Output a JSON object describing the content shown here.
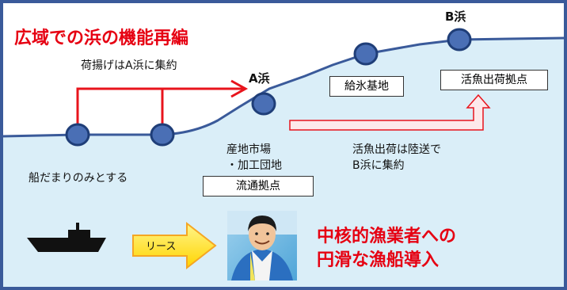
{
  "title": "広域での浜の機能再編",
  "labels": {
    "landing": "荷揚げはA浜に集約",
    "a_hama": "A浜",
    "b_hama": "B浜",
    "kyuhyo": "給氷基地",
    "katsugyo_hub": "活魚出荷拠点",
    "sanchi_line1": "産地市場",
    "sanchi_line2": "・加工団地",
    "ryutsu": "流通拠点",
    "katsugyo_transport_line1": "活魚出荷は陸送で",
    "katsugyo_transport_line2": "B浜に集約",
    "funadamari": "船だまりのみとする",
    "lease": "リース",
    "core_line1": "中核的漁業者への",
    "core_line2": "円滑な漁船導入"
  },
  "colors": {
    "title_red": "#e60012",
    "arrow_red": "#e8141c",
    "node_fill": "#4a6fb5",
    "sea": "#daeef8",
    "land": "#ffffff",
    "frame": "#3a5a9a",
    "lease_arrow": "#f5a623",
    "lease_fill": "#ffe600"
  },
  "icons": [
    "boat-icon",
    "fisherman-photo"
  ]
}
